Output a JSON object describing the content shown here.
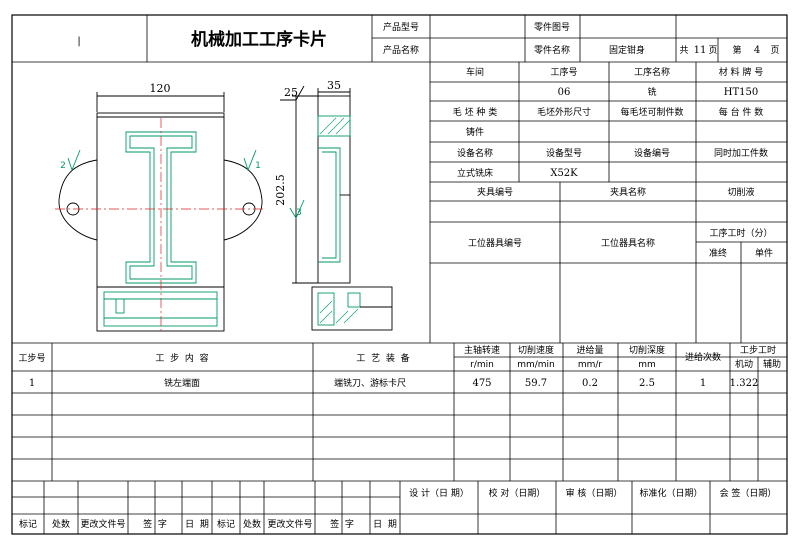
{
  "header": {
    "mark": "|",
    "title": "机械加工工序卡片",
    "product_model_label": "产品型号",
    "product_model": "",
    "part_drawing_no_label": "零件图号",
    "part_drawing_no": "",
    "product_name_label": "产品名称",
    "product_name": "",
    "part_name_label": "零件名称",
    "part_name": "固定钳身",
    "total_label": "共",
    "total_pages": "11",
    "page_unit_1": "页",
    "sheet_label": "第",
    "page_no": "4",
    "page_unit_2": "页"
  },
  "drawing": {
    "dim_width": "120",
    "dim_depth": "35",
    "dim_angle": "25",
    "dim_height": "202.5",
    "datum_left": "2",
    "datum_right": "1",
    "datum_side": "3"
  },
  "info": {
    "workshop_label": "车间",
    "process_no_label": "工序号",
    "process_name_label": "工序名称",
    "material_label": "材 料 牌 号",
    "workshop": "",
    "process_no": "06",
    "process_name": "铣",
    "material": "HT150",
    "blank_type_label": "毛 坯 种 类",
    "blank_size_label": "毛坯外形尺寸",
    "per_blank_label": "每毛坯可制件数",
    "per_unit_label": "每 台 件 数",
    "blank_type": "铸件",
    "equip_name_label": "设备名称",
    "equip_model_label": "设备型号",
    "equip_no_label": "设备编号",
    "simul_label": "同时加工件数",
    "equip_name": "立式铣床",
    "equip_model": "X52K",
    "fixture_no_label": "夹具编号",
    "fixture_name_label": "夹具名称",
    "coolant_label": "切削液",
    "station_tool_no_label": "工位器具编号",
    "station_tool_name_label": "工位器具名称",
    "time_label": "工序工时（分）",
    "prep_label": "准终",
    "unit_label": "单件"
  },
  "steps": {
    "headers": {
      "step_no": "工步号",
      "content": "工  步  内  容",
      "equipment": "工  艺  装  备",
      "spindle": "主轴转速",
      "spindle_unit": "r/min",
      "cut_speed": "切削速度",
      "cut_speed_unit": "mm/min",
      "feed": "进给量",
      "feed_unit": "mm/r",
      "depth": "切削深度",
      "depth_unit": "mm",
      "passes": "进给次数",
      "step_time": "工步工时",
      "machine": "机动",
      "aux": "辅助"
    },
    "rows": [
      {
        "no": "1",
        "content": "铣左端面",
        "equipment": "端铣刀、游标卡尺",
        "spindle": "475",
        "cut_speed": "59.7",
        "feed": "0.2",
        "depth": "2.5",
        "passes": "1",
        "machine": "1.322",
        "aux": ""
      }
    ]
  },
  "signoff": {
    "design": "设 计（日 期）",
    "check": "校 对（日期）",
    "review": "审 核（日期）",
    "standard": "标准化（日期）",
    "sign": "会 签（日期）",
    "mark": "标记",
    "count": "处数",
    "change_doc": "更改文件号",
    "signature": "签  字",
    "date": "日  期"
  }
}
